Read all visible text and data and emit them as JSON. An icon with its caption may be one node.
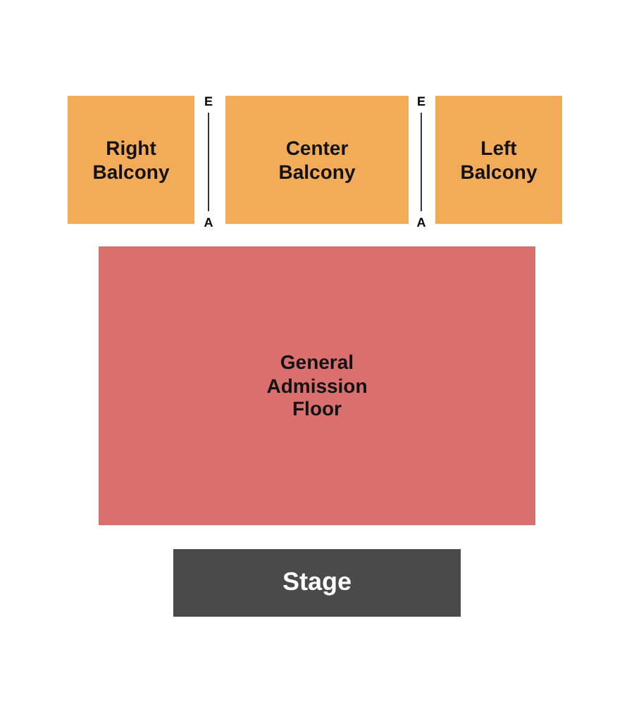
{
  "diagram": {
    "nodes": [
      {
        "text": [
          "Right Balcony"
        ]
      },
      {
        "text": [
          "Center Balcony"
        ]
      },
      {
        "text": [
          "Left Balcony"
        ]
      },
      {
        "text": [
          "General Admission Floor"
        ]
      },
      {
        "text": [
          "Stage"
        ]
      }
    ],
    "labels": [
      "E",
      "A",
      "E",
      "A"
    ]
  }
}
